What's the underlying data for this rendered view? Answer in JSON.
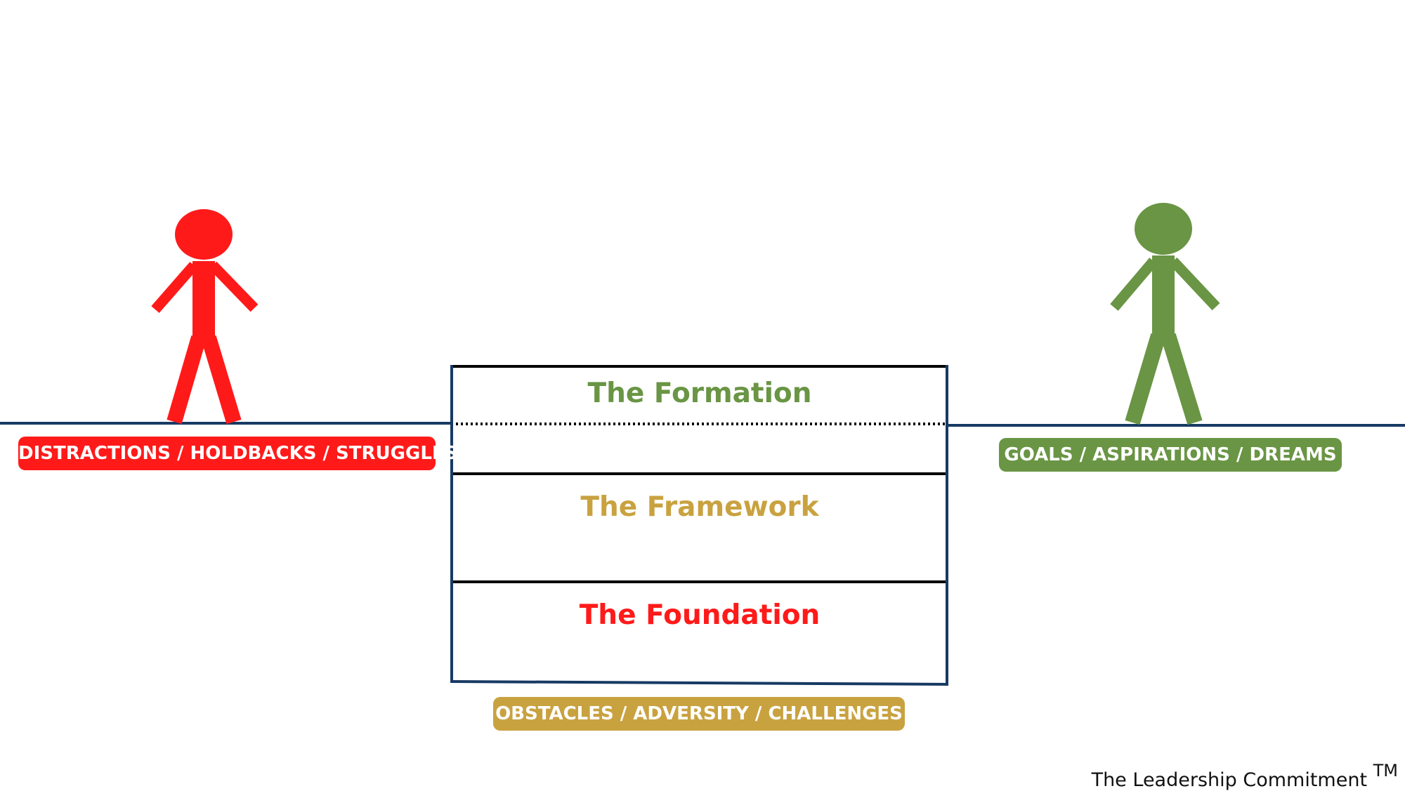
{
  "colors": {
    "red": "#ff1a1a",
    "green": "#699544",
    "gold": "#c9a240",
    "navy": "#173a63",
    "black": "#000000"
  },
  "left_figure": {
    "icon": "stick-figure-red",
    "label": "DISTRACTIONS / HOLDBACKS / STRUGGLES"
  },
  "right_figure": {
    "icon": "stick-figure-green",
    "label": "GOALS / ASPIRATIONS / DREAMS"
  },
  "bridge": {
    "layers": {
      "formation": "The Formation",
      "framework": "The Framework",
      "foundation": "The Foundation"
    },
    "base_label": "OBSTACLES / ADVERSITY / CHALLENGES"
  },
  "footer": {
    "brand": "The Leadership Commitment",
    "trademark": "TM"
  }
}
